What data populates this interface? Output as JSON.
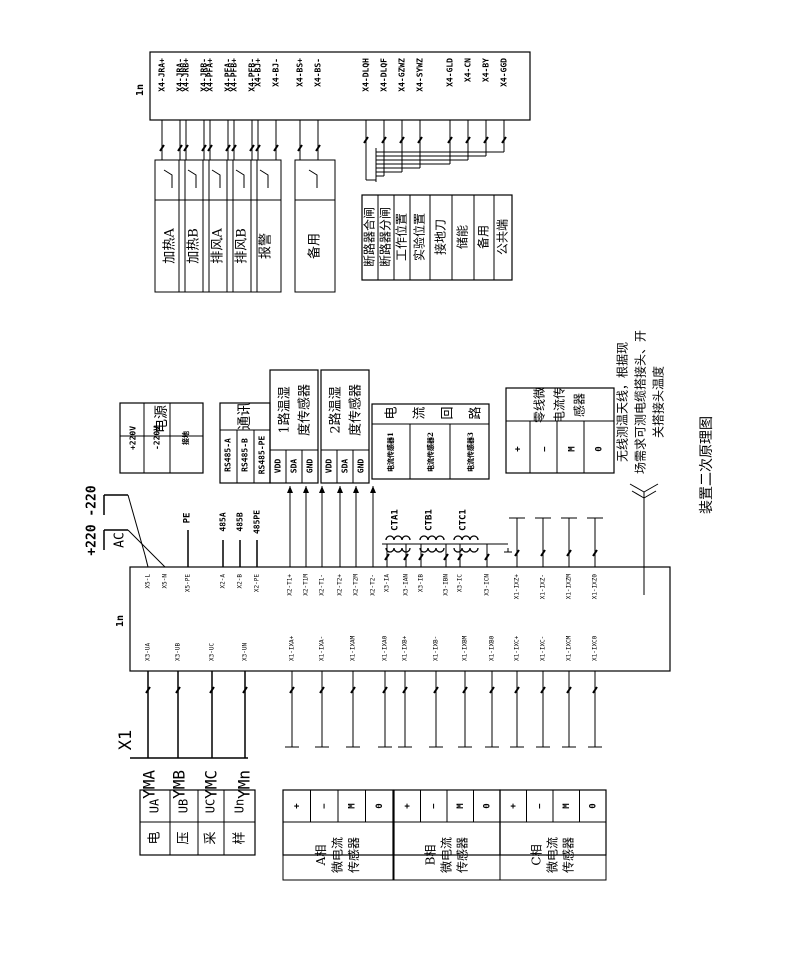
{
  "top_terminals": {
    "block_label": "1n",
    "pins": [
      "X4-JRA+",
      "X4-JRA-",
      "X4-JRB+",
      "X4-JRB-",
      "X4-PFA+",
      "X4-PFA-",
      "X4-PFB+",
      "X4-PFB-",
      "X4-BJ+",
      "X4-BJ-",
      "X4-BS+",
      "X4-BS-",
      "X4-DLQH",
      "X4-DLQF",
      "X4-GZWZ",
      "X4-SYWZ",
      "X4-GLD",
      "X4-CN",
      "X4-BY",
      "X4-GGD"
    ]
  },
  "outputs": [
    "加热A",
    "加热B",
    "排风A",
    "排风B",
    "报警",
    "备用"
  ],
  "inputs": [
    "断路器合闸",
    "断路器分闸",
    "工作位置",
    "实验位置",
    "接地刀",
    "储能",
    "备用",
    "公共端"
  ],
  "power_box": {
    "title": "电源",
    "rows": [
      "+220V",
      "-220V",
      "接地"
    ]
  },
  "rs485_box": {
    "title": "通讯",
    "rows": [
      "RS485-A",
      "RS485-B",
      "RS485-PE"
    ]
  },
  "temp_boxes": [
    {
      "title": "1路温湿度传感器",
      "rows": [
        "VDD",
        "SDA",
        "GND"
      ]
    },
    {
      "title": "2路温湿度传感器",
      "rows": [
        "VDD",
        "SDA",
        "GND"
      ]
    }
  ],
  "current_box": {
    "title": "电流回路",
    "rows": [
      "电流传感器1",
      "电流传感器2",
      "电流传感器3"
    ]
  },
  "zero_box": {
    "title": "零线微电流传感器",
    "rows": [
      "+",
      "−",
      "M",
      "0"
    ]
  },
  "antenna_note": "无线测温天线，根据现场需求可测电缆搭接头、开关搭接头温度",
  "diagram_title": "装置二次原理图",
  "ac_labels": {
    "plus": "+220",
    "minus": "-220",
    "ac": "AC",
    "pe": "PE"
  },
  "rs485_wires": [
    "485A",
    "485B",
    "485PE"
  ],
  "ct_labels": [
    "CTA1",
    "CTB1",
    "CTC1"
  ],
  "main_block": {
    "label": "1n",
    "top_pins": [
      "X5-L",
      "X5-N",
      "X5-PE",
      "X2-A",
      "X2-B",
      "X2-PE",
      "X2-T1+",
      "X2-T1M",
      "X2-T1-",
      "X2-T2+",
      "X2-T2M",
      "X2-T2-",
      "X3-IA",
      "X3-IAN",
      "X3-IB",
      "X3-IBN",
      "X3-IC",
      "X3-ICN",
      "X1-IXZ+",
      "X1-IXZ-",
      "X1-IXZM",
      "X1-IXZ0"
    ],
    "bottom_pins": [
      "X3-UA",
      "X3-UB",
      "X3-UC",
      "X3-UN",
      "X1-IXA+",
      "X1-IXA-",
      "X1-IXAM",
      "X1-IXA0",
      "X1-IXB+",
      "X1-IXB-",
      "X1-IXBM",
      "X1-IXB0",
      "X1-IXC+",
      "X1-IXC-",
      "X1-IXCM",
      "X1-IXC0"
    ]
  },
  "x1_label": "X1",
  "ym_labels": [
    "YMA",
    "YMB",
    "YMC",
    "YMn"
  ],
  "voltage_box": {
    "title": "电压采样",
    "rows": [
      "UA",
      "UB",
      "UC",
      "Un"
    ]
  },
  "phase_boxes": [
    {
      "title": "A相微电流传感器",
      "rows": [
        "+",
        "−",
        "M",
        "0"
      ]
    },
    {
      "title": "B相微电流传感器",
      "rows": [
        "+",
        "−",
        "M",
        "0"
      ]
    },
    {
      "title": "C相微电流传感器",
      "rows": [
        "+",
        "−",
        "M",
        "0"
      ]
    }
  ]
}
